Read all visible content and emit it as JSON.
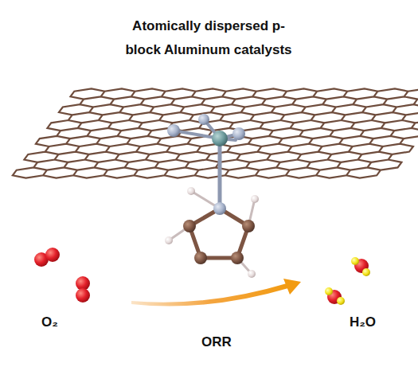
{
  "diagram": {
    "title": "Atomically dispersed p-block Aluminum catalysts",
    "labels": [
      "O₂",
      "ORR",
      "H₂O"
    ]
  }
}
